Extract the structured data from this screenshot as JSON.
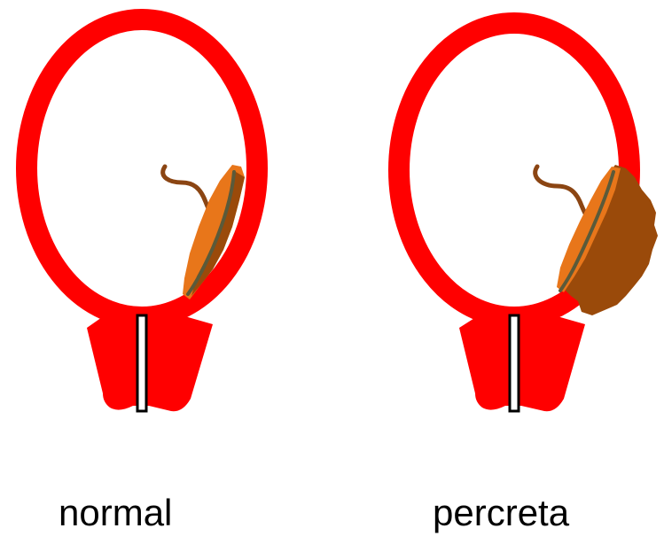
{
  "panels": [
    {
      "id": "normal",
      "label": "normal"
    },
    {
      "id": "percreta",
      "label": "percreta"
    }
  ],
  "colors": {
    "uterus": "#ff0000",
    "placenta_outer": "#e8761a",
    "placenta_line": "#5a5a3a",
    "placenta_inner": "#9a4a0a",
    "cord": "#8b4513",
    "cervix_fill": "#ffffff",
    "cervix_stroke": "#000000",
    "label_text": "#000000"
  }
}
